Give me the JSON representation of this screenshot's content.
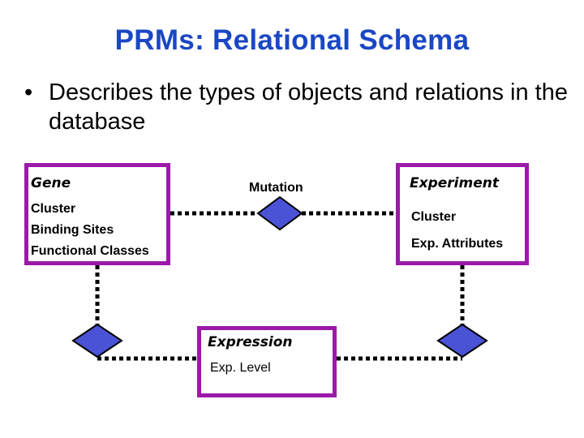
{
  "slide": {
    "title": "PRMs: Relational Schema",
    "bullet": "Describes the types of objects and relations in the database"
  },
  "entities": {
    "gene": {
      "name": "Gene",
      "attributes": [
        "Cluster",
        "Binding Sites",
        "Functional Classes"
      ]
    },
    "experiment": {
      "name": "Experiment",
      "attributes": [
        "Cluster",
        "Exp. Attributes"
      ]
    },
    "expression": {
      "name": "Expression",
      "attributes": [
        "Exp. Level"
      ]
    }
  },
  "relations": {
    "mutation": {
      "label": "Mutation"
    }
  },
  "colors": {
    "title": "#1a47c4",
    "box_border": "#9b1aa8",
    "diamond_fill": "#4a52d6",
    "link": "#000000"
  }
}
